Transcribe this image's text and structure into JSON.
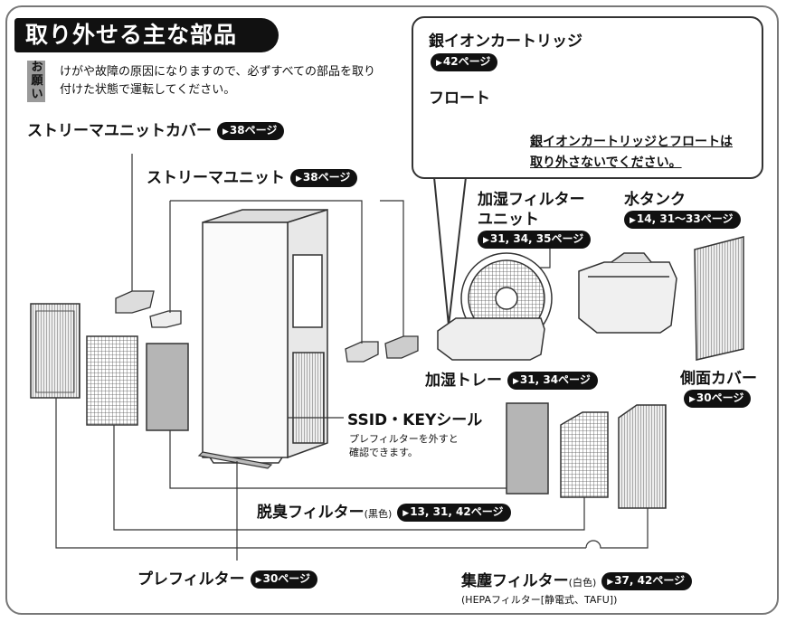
{
  "title": "取り外せる主な部品",
  "notice": {
    "tag": "お願い",
    "text": "けがや故障の原因になりますので、必ずすべての部品を取り付けた状態で運転してください。"
  },
  "callout": {
    "cartridge_label": "銀イオンカートリッジ",
    "cartridge_ref": "42ページ",
    "float_label": "フロート",
    "warning_line1": "銀イオンカートリッジとフロートは",
    "warning_line2": "取り外さないでください。"
  },
  "parts": {
    "streamer_cover": {
      "label": "ストリーマユニットカバー",
      "ref": "38ページ"
    },
    "streamer_unit": {
      "label": "ストリーマユニット",
      "ref": "38ページ"
    },
    "humid_filter": {
      "label_line1": "加湿フィルター",
      "label_line2": "ユニット",
      "ref": "31, 34, 35ページ"
    },
    "water_tank": {
      "label": "水タンク",
      "ref": "14, 31〜33ページ"
    },
    "side_cover": {
      "label": "側面カバー",
      "ref": "30ページ"
    },
    "humid_tray": {
      "label": "加湿トレー",
      "ref": "31, 34ページ"
    },
    "ssid": {
      "label": "SSID・KEYシール",
      "note_line1": "プレフィルターを外すと",
      "note_line2": "確認できます。"
    },
    "deodor": {
      "label": "脱臭フィルター",
      "sub": "(黒色)",
      "ref": "13, 31, 42ページ"
    },
    "prefilter": {
      "label": "プレフィルター",
      "ref": "30ページ"
    },
    "dust": {
      "label": "集塵フィルター",
      "sub": "(白色)",
      "ref": "37, 42ページ",
      "note": "(HEPAフィルター[静電式、TAFU])"
    }
  },
  "colors": {
    "ink": "#111111",
    "frame": "#777777",
    "gray": "#9a9a9a"
  }
}
